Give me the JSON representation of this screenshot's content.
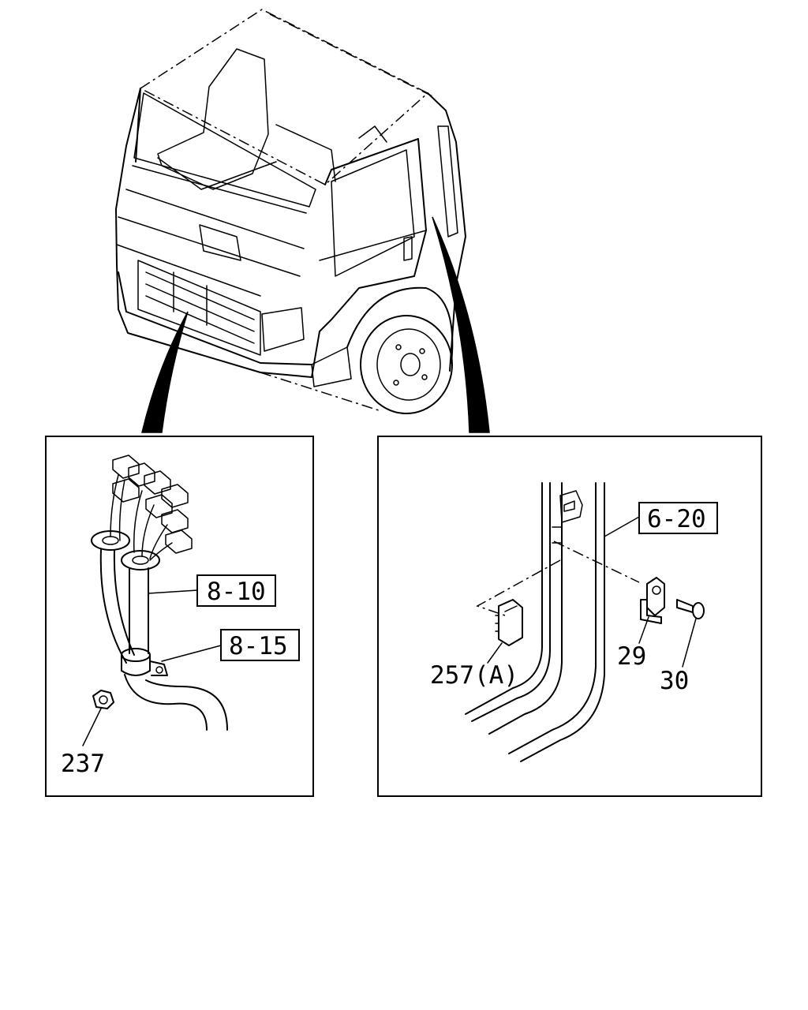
{
  "diagram": {
    "subject": "truck cab exploded parts view",
    "left_detail": {
      "ref_boxes": [
        "8-10",
        "8-15"
      ],
      "part_numbers": [
        "237"
      ]
    },
    "right_detail": {
      "ref_boxes": [
        "6-20"
      ],
      "part_numbers": [
        "257(A)",
        "29",
        "30"
      ]
    }
  }
}
